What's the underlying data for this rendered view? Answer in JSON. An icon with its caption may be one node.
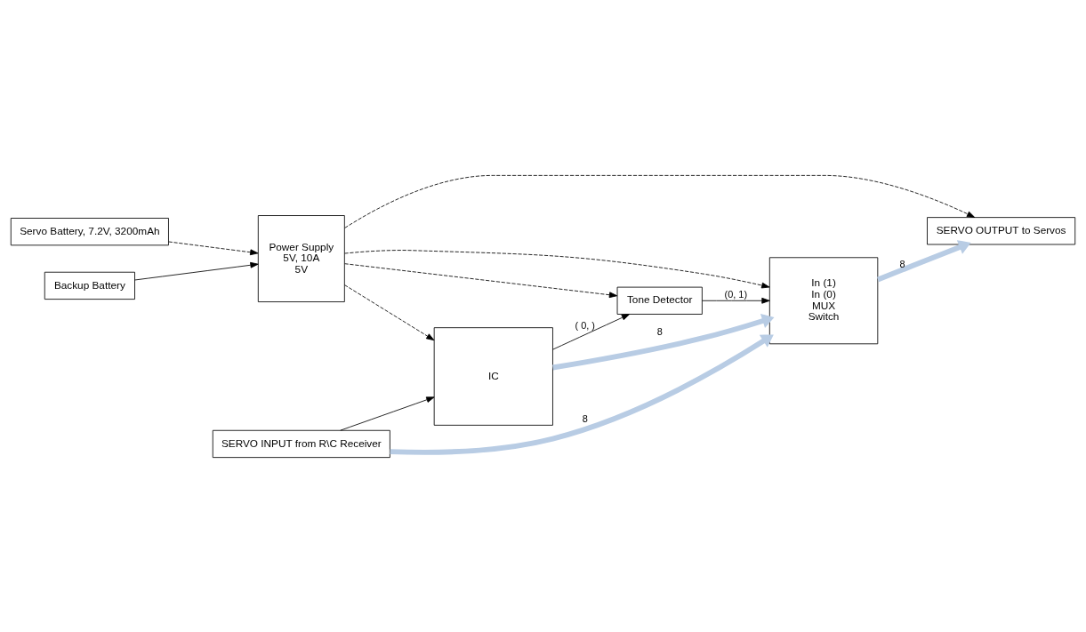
{
  "diagram": {
    "nodes": [
      {
        "text": [
          "Servo Battery, 7.2V, 3200mAh"
        ]
      },
      {
        "text": [
          "Backup Battery"
        ]
      },
      {
        "text": [
          "Power Supply",
          "5V, 10A",
          "5V"
        ]
      },
      {
        "text": [
          "IC"
        ]
      },
      {
        "text": [
          "SERVO INPUT from R\\C Receiver"
        ]
      },
      {
        "text": [
          "In (1)",
          "In (0)",
          "MUX",
          "Switch"
        ]
      },
      {
        "text": [
          "Tone Detector"
        ]
      },
      {
        "text": [
          "SERVO OUTPUT to Servos"
        ]
      }
    ],
    "edges": [
      {
        "from": 0,
        "to": 2,
        "arrow": "to",
        "style": "dashed"
      },
      {
        "from": 1,
        "to": 2,
        "arrow": "to"
      },
      {
        "from": 4,
        "to": 3,
        "arrow": "to"
      },
      {
        "from": 3,
        "to": 5,
        "arrow": "to",
        "label": "8",
        "style": "thick",
        "color": "#b8cce4"
      },
      {
        "from": 4,
        "to": 5,
        "arrow": "to",
        "label": "8",
        "style": "thick",
        "color": "#b8cce4"
      },
      {
        "from": 3,
        "to": 6,
        "arrow": "to",
        "label": "( 0, )"
      },
      {
        "from": 6,
        "to": 5,
        "arrow": "to",
        "label": "(0, 1)"
      },
      {
        "from": 2,
        "to": 3,
        "arrow": "to",
        "style": "dashed"
      },
      {
        "from": 2,
        "to": 6,
        "arrow": "to",
        "style": "dashed"
      },
      {
        "from": 2,
        "to": 5,
        "arrow": "to",
        "style": "dashed"
      },
      {
        "from": 2,
        "to": 7,
        "arrow": "to",
        "style": "dashed"
      },
      {
        "from": 5,
        "to": 7,
        "arrow": "to",
        "label": "8",
        "style": "thick",
        "color": "#b8cce4"
      }
    ]
  }
}
